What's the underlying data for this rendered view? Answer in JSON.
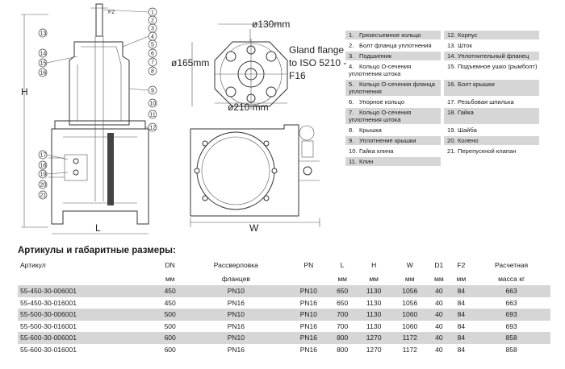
{
  "drawing": {
    "gland_flange_label": [
      "Gland flange",
      "to ISO 5210 -",
      "F16"
    ],
    "dim_130": "ø130mm",
    "dim_165": "ø165mm",
    "dim_210": "ø210 mm",
    "dim_F2": "F2",
    "dim_H": "H",
    "dim_L": "L",
    "dim_W": "W",
    "callouts_left": [
      "13",
      "14",
      "15",
      "16",
      "17",
      "18",
      "19",
      "20",
      "21"
    ],
    "callouts_right": [
      "1",
      "2",
      "3",
      "4",
      "5",
      "6",
      "7",
      "8",
      "9",
      "10",
      "11",
      "12"
    ]
  },
  "parts": [
    {
      "num": "1.",
      "label": "Грязесъемное кольцо",
      "shaded": true
    },
    {
      "num": "12.",
      "label": "Корпус",
      "shaded": true
    },
    {
      "num": "2.",
      "label": "Болт фланца уплотнения",
      "shaded": false
    },
    {
      "num": "13.",
      "label": "Шток",
      "shaded": false
    },
    {
      "num": "3.",
      "label": "Подшипник",
      "shaded": true
    },
    {
      "num": "14.",
      "label": "Уплотнительный фланец",
      "shaded": true
    },
    {
      "num": "4.",
      "label": "Кольцо О-сечения уплотнения штока",
      "shaded": false
    },
    {
      "num": "15.",
      "label": "Подъемное ушко (рымболт)",
      "shaded": false
    },
    {
      "num": "5.",
      "label": "Кольцо О-сечения фланца уплотнения",
      "shaded": true
    },
    {
      "num": "16.",
      "label": "Болт крышки",
      "shaded": true
    },
    {
      "num": "6.",
      "label": "Упорное кольцо",
      "shaded": false
    },
    {
      "num": "17.",
      "label": "Резьбовая шпилька",
      "shaded": false
    },
    {
      "num": "7.",
      "label": "Кольцо О-сечения уплотнения штока",
      "shaded": true
    },
    {
      "num": "18.",
      "label": "Гайка",
      "shaded": true
    },
    {
      "num": "8.",
      "label": "Крышка",
      "shaded": false
    },
    {
      "num": "19.",
      "label": "Шайба",
      "shaded": false
    },
    {
      "num": "9.",
      "label": "Уплотнение крышки",
      "shaded": true
    },
    {
      "num": "20.",
      "label": "Колено",
      "shaded": true
    },
    {
      "num": "10.",
      "label": "Гайка клина",
      "shaded": false
    },
    {
      "num": "21.",
      "label": "Перепускной клапан",
      "shaded": false
    },
    {
      "num": "11.",
      "label": "Клин",
      "shaded": true
    }
  ],
  "table": {
    "title": "Артикулы и габаритные размеры:",
    "headers": [
      "Артикул",
      "DN",
      "Рассверловка",
      "PN",
      "L",
      "H",
      "W",
      "D1",
      "F2",
      "Расчетная"
    ],
    "units": [
      "",
      "мм",
      "фланцев",
      "",
      "мм",
      "мм",
      "мм",
      "мм",
      "мм",
      "масса кг"
    ],
    "rows": [
      [
        "55-450-30-006001",
        "450",
        "PN10",
        "PN10",
        "650",
        "1130",
        "1056",
        "40",
        "84",
        "663"
      ],
      [
        "55-450-30-016001",
        "450",
        "PN16",
        "PN16",
        "650",
        "1130",
        "1056",
        "40",
        "84",
        "663"
      ],
      [
        "55-500-30-006001",
        "500",
        "PN10",
        "PN10",
        "700",
        "1130",
        "1060",
        "40",
        "84",
        "693"
      ],
      [
        "55-500-30-016001",
        "500",
        "PN16",
        "PN16",
        "700",
        "1130",
        "1060",
        "40",
        "84",
        "693"
      ],
      [
        "55-600-30-006001",
        "600",
        "PN10",
        "PN16",
        "800",
        "1270",
        "1172",
        "40",
        "84",
        "858"
      ],
      [
        "55-600-30-016001",
        "600",
        "PN16",
        "PN16",
        "800",
        "1270",
        "1172",
        "40",
        "84",
        "858"
      ]
    ]
  }
}
